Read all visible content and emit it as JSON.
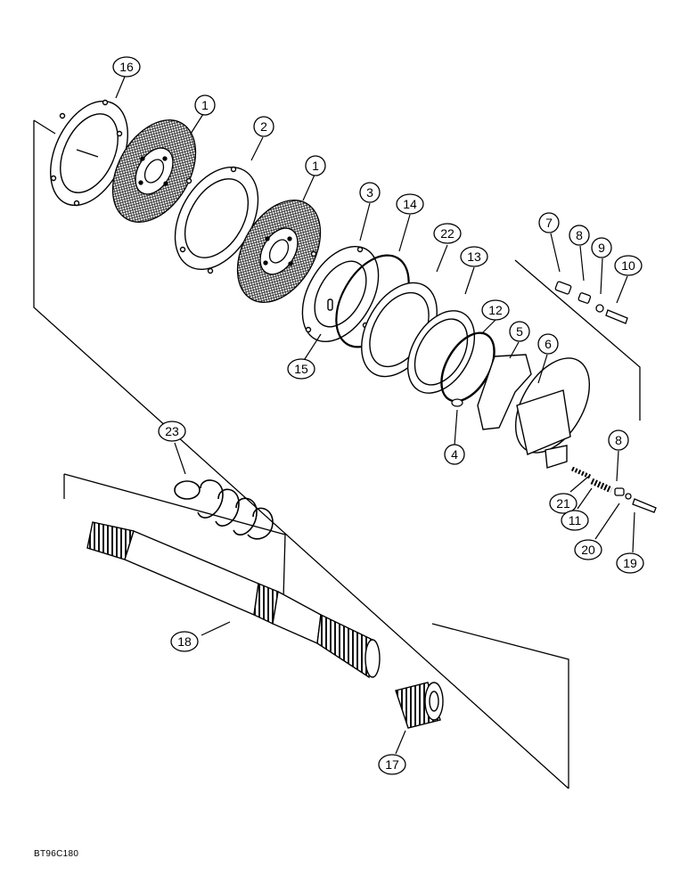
{
  "figure_code": "BT96C180",
  "callouts": [
    "16",
    "1",
    "2",
    "1",
    "3",
    "14",
    "22",
    "13",
    "12",
    "15",
    "7",
    "8",
    "9",
    "10",
    "5",
    "6",
    "4",
    "8",
    "21",
    "11",
    "20",
    "19",
    "23",
    "18",
    "17"
  ]
}
